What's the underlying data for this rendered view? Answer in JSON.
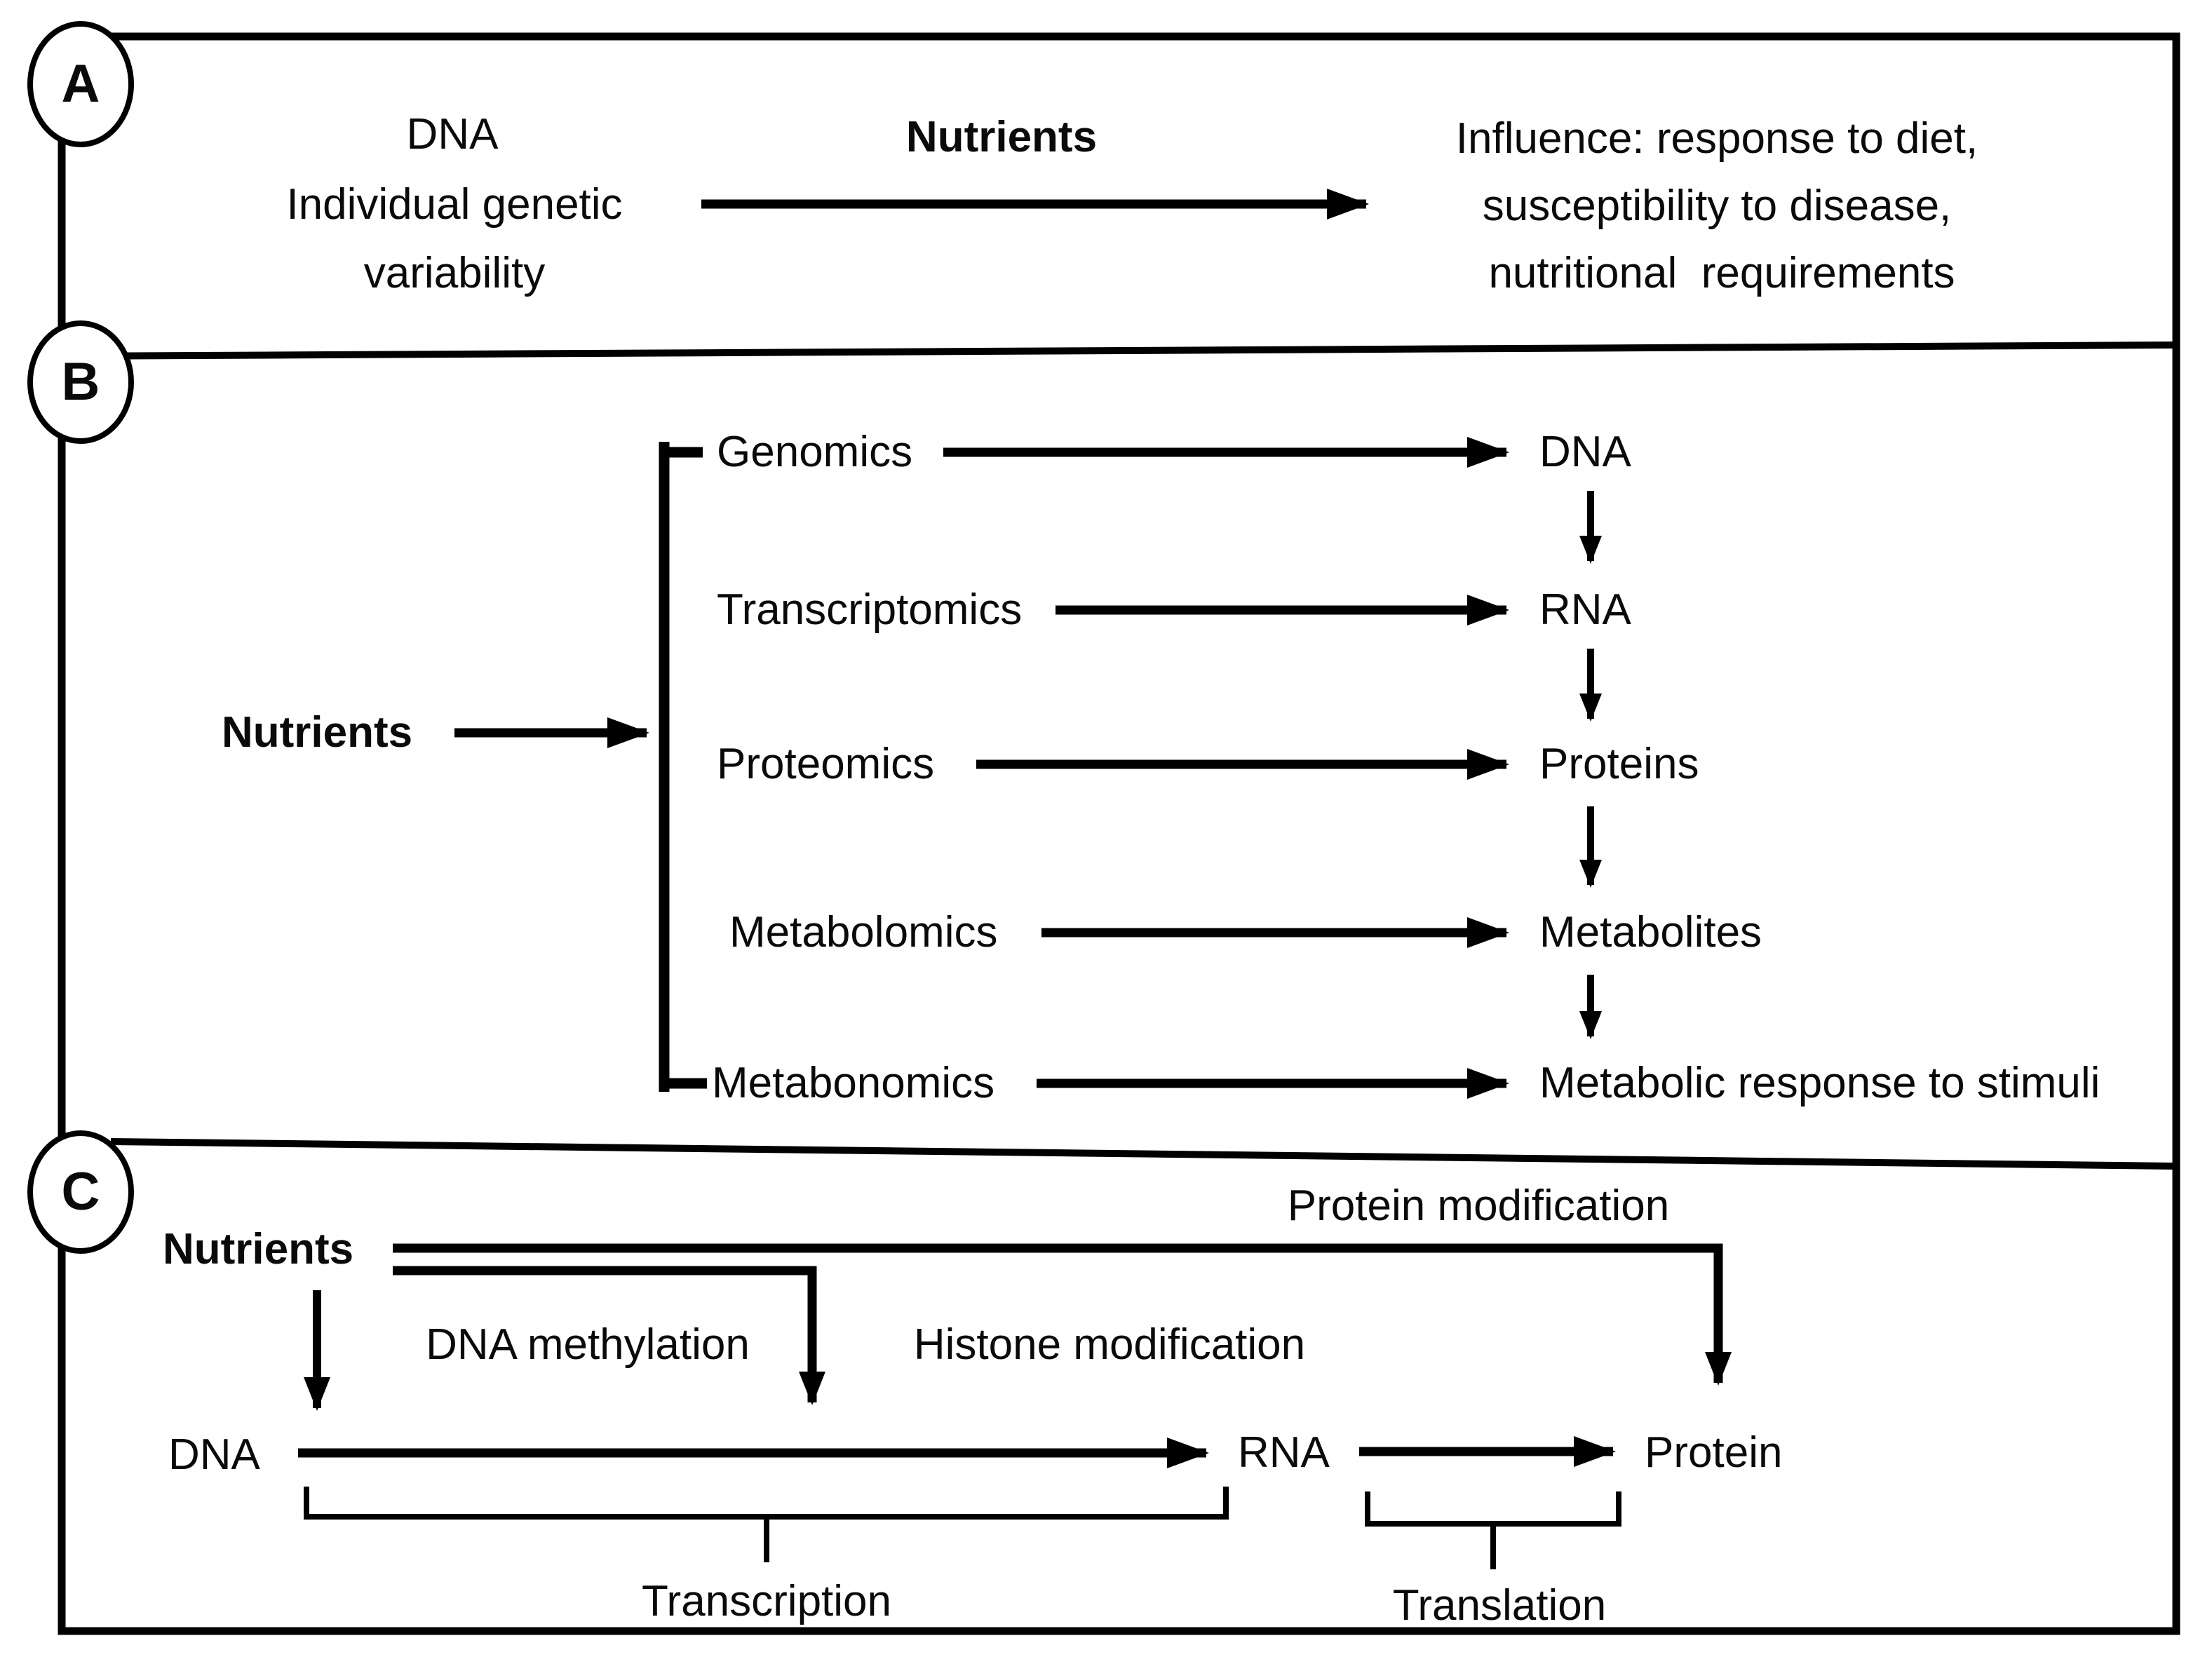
{
  "figure": {
    "background": "#ffffff",
    "ink_color": "#000000",
    "panel_a": {
      "label": "A",
      "source_line1": "DNA",
      "source_line2": "Individual genetic",
      "source_line3": "variability",
      "arrow_label": "Nutrients",
      "outcome_line1": "Influence: response to diet,",
      "outcome_line2": "susceptibility to disease,",
      "outcome_line3": "nutritional  requirements"
    },
    "panel_b": {
      "label": "B",
      "input_label": "Nutrients",
      "rows": [
        {
          "omics": "Genomics",
          "target": "DNA"
        },
        {
          "omics": "Transcriptomics",
          "target": "RNA"
        },
        {
          "omics": "Proteomics",
          "target": "Proteins"
        },
        {
          "omics": "Metabolomics",
          "target": "Metabolites"
        },
        {
          "omics": "Metabonomics",
          "target": "Metabolic response to stimuli"
        }
      ]
    },
    "panel_c": {
      "label": "C",
      "input_label": "Nutrients",
      "modification_dna": "DNA methylation",
      "modification_histone": "Histone modification",
      "modification_protein": "Protein modification",
      "molecule_dna": "DNA",
      "molecule_rna": "RNA",
      "molecule_protein": "Protein",
      "process_transcription": "Transcription",
      "process_translation": "Translation"
    }
  }
}
